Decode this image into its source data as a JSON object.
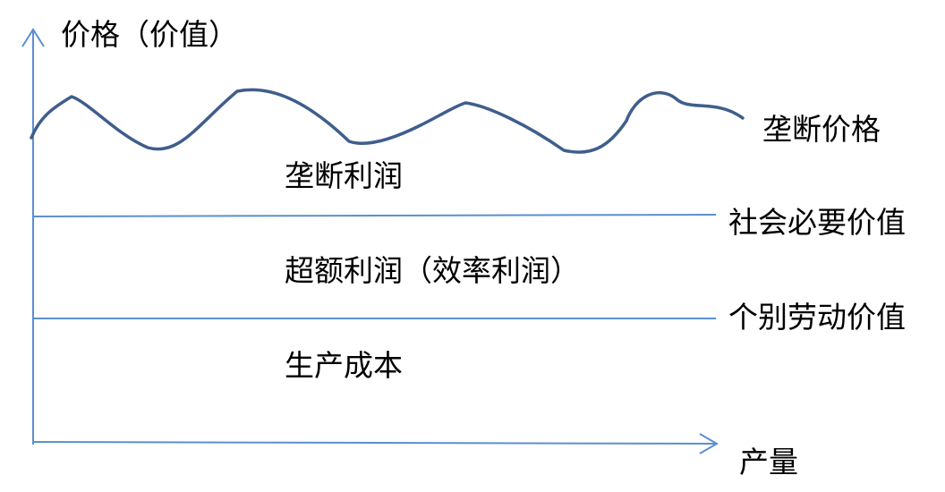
{
  "diagram": {
    "y_axis_label": "价格（价值）",
    "x_axis_label": "产量",
    "lines": {
      "monopoly_price": "垄断价格",
      "social_necessary_value": "社会必要价值",
      "individual_labor_value": "个别劳动价值"
    },
    "regions": {
      "monopoly_profit": "垄断利润",
      "excess_profit": "超额利润（效率利润）",
      "production_cost": "生产成本"
    },
    "colors": {
      "axis": "#5b8fd0",
      "reference_line": "#5b8fd0",
      "price_curve": "#3f5e8c",
      "text": "#000000"
    }
  }
}
